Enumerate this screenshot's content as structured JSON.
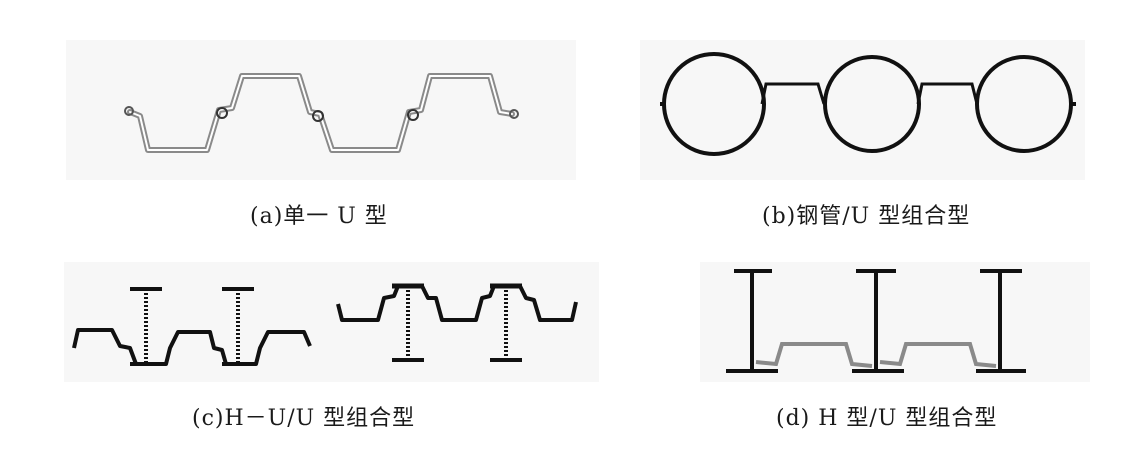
{
  "captions": {
    "a": "(a)单一 U 型",
    "b": "(b)钢管/U 型组合型",
    "c": "(c)H－U/U 型组合型",
    "d": "(d) H 型/U 型组合型"
  },
  "colors": {
    "stroke": "#111111",
    "sheet_light": "#9a9a9a",
    "panel_bg": "#f7f7f7"
  }
}
